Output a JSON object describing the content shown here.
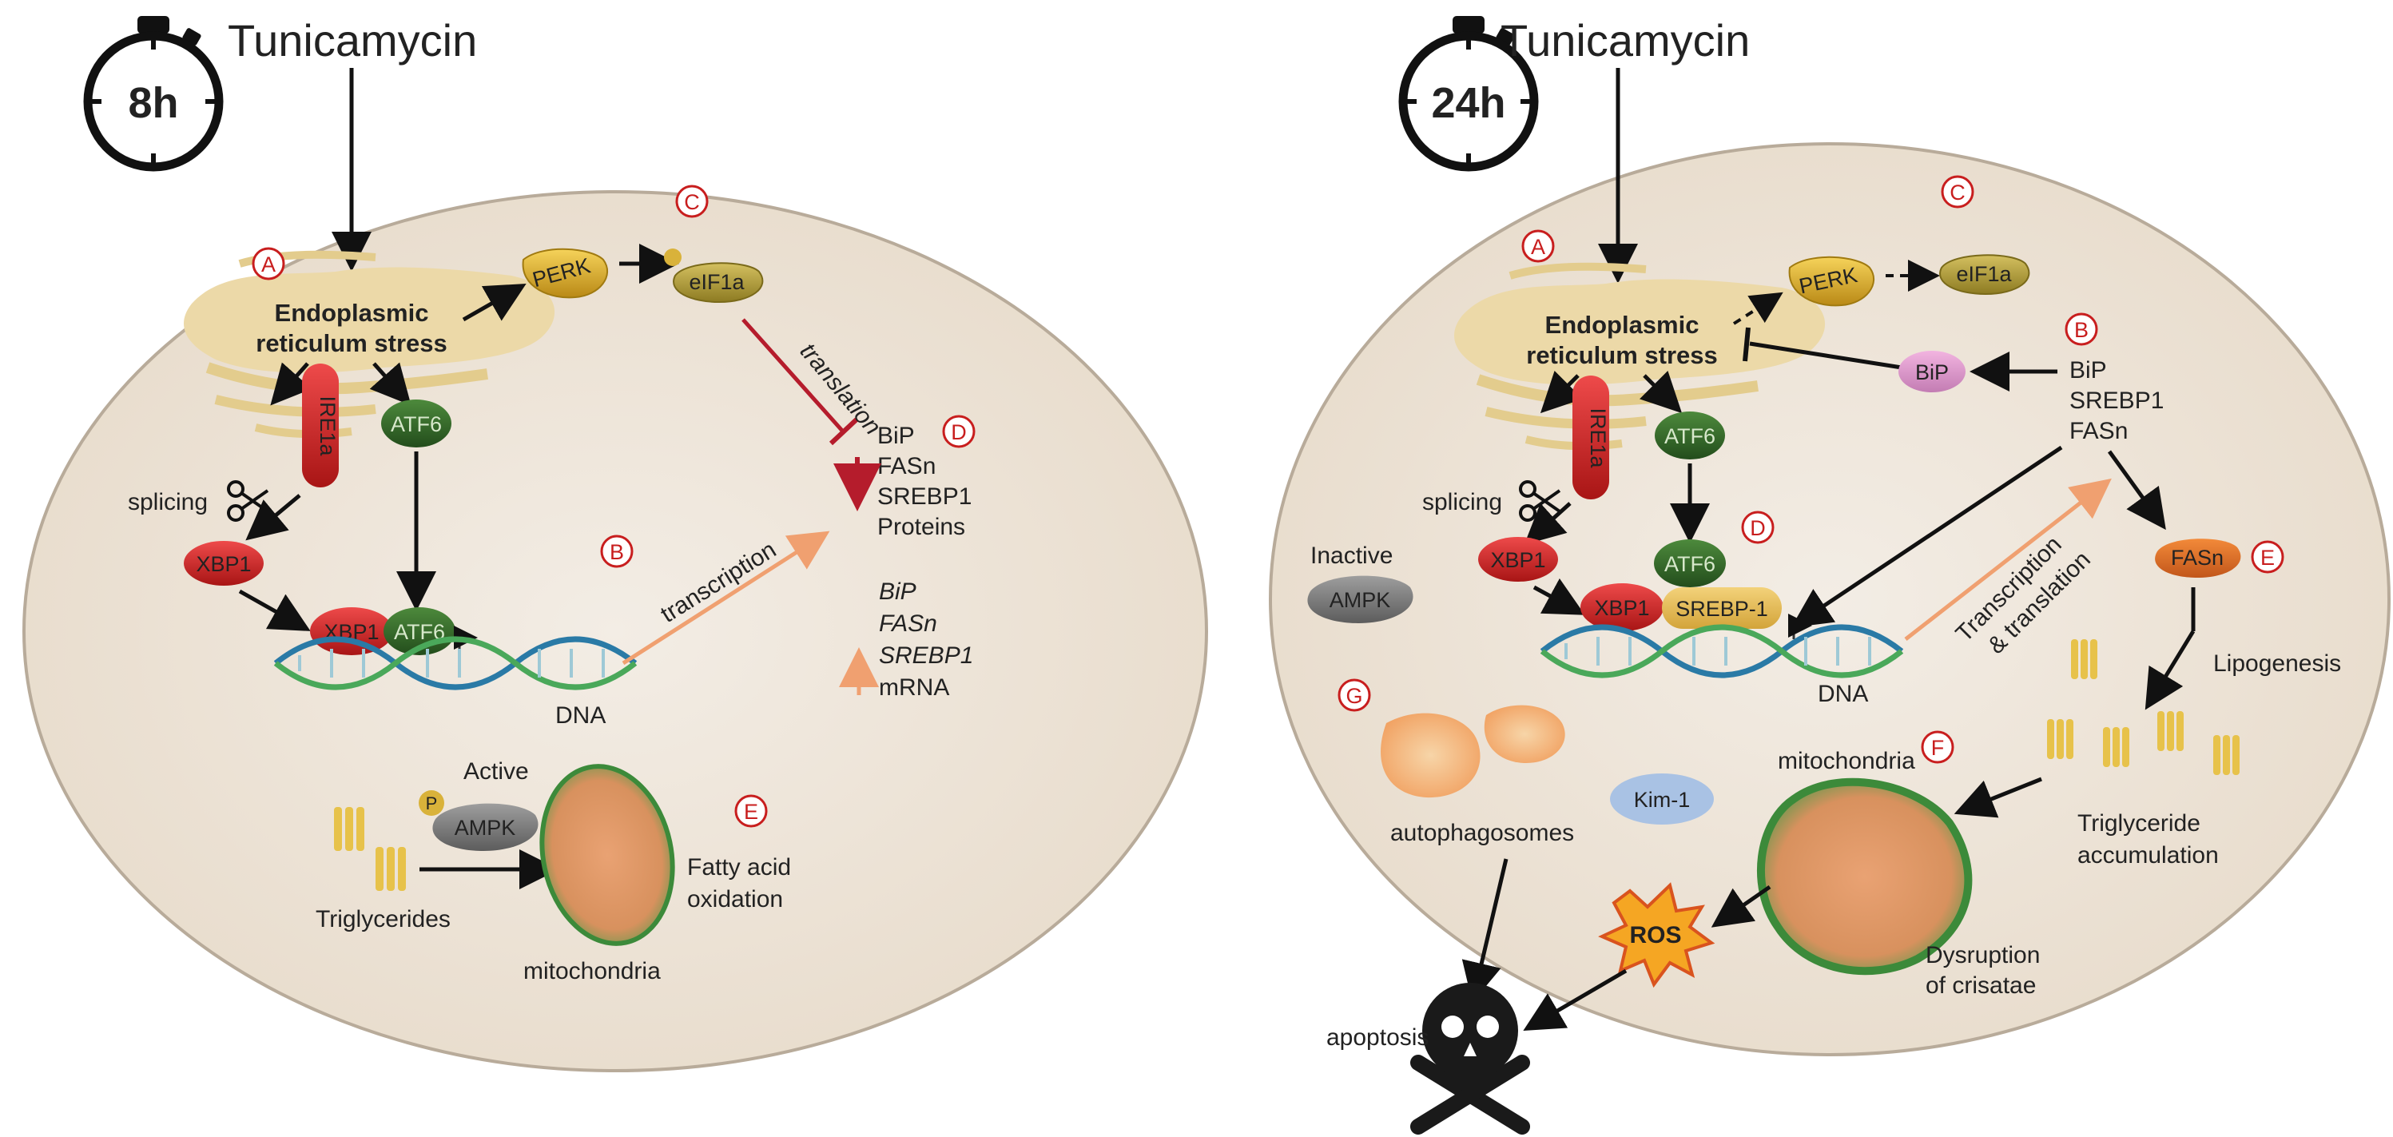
{
  "left_panel": {
    "timer": "8h",
    "drug": "Tunicamycin",
    "er_stress": [
      "Endoplasmic",
      "reticulum stress"
    ],
    "letters": {
      "A": "A",
      "B": "B",
      "C": "C",
      "D": "D",
      "E": "E"
    },
    "perk": "PERK",
    "eif1a": "eIF1a",
    "translation": "translation",
    "ire1a": "IRE1a",
    "atf6": "ATF6",
    "splicing": "splicing",
    "xbp1": "XBP1",
    "dna": "DNA",
    "transcription": "transcription",
    "proteins": [
      "BiP",
      "FASn",
      "SREBP1",
      "Proteins"
    ],
    "mrna": [
      "BiP",
      "FASn",
      "SREBP1",
      "mRNA"
    ],
    "active": "Active",
    "phospho": "P",
    "ampk": "AMPK",
    "triglycerides": "Triglycerides",
    "fatty_acid": [
      "Fatty acid",
      "oxidation"
    ],
    "mitochondria": "mitochondria"
  },
  "right_panel": {
    "timer": "24h",
    "drug": "Tunicamycin",
    "er_stress": [
      "Endoplasmic",
      "reticulum stress"
    ],
    "letters": {
      "A": "A",
      "B": "B",
      "C": "C",
      "D": "D",
      "E": "E",
      "F": "F",
      "G": "G"
    },
    "perk": "PERK",
    "eif1a": "eIF1a",
    "bip": "BiP",
    "bip_list": [
      "BiP",
      "SREBP1",
      "FASn"
    ],
    "ire1a": "IRE1a",
    "atf6": "ATF6",
    "splicing": "splicing",
    "xbp1": "XBP1",
    "srebp": "SREBP-1",
    "dna": "DNA",
    "transcription": [
      "Transcription",
      "& translation"
    ],
    "inactive": "Inactive",
    "ampk": "AMPK",
    "fasn": "FASn",
    "lipogenesis": "Lipogenesis",
    "triglyceride": [
      "Triglyceride",
      "accumulation"
    ],
    "mitochondria": "mitochondria",
    "disruption": [
      "Dysruption",
      "of crisatae"
    ],
    "kim1": "Kim-1",
    "autophagosomes": "autophagosomes",
    "ros": "ROS",
    "apoptosis": "apoptosis"
  },
  "colors": {
    "cell_fill": "#efe7dc",
    "er": "#ecd9a8",
    "red_arrow": "#b51c2c",
    "orange_arrow": "#f0a070",
    "letter_ring": "#c81e1e"
  }
}
